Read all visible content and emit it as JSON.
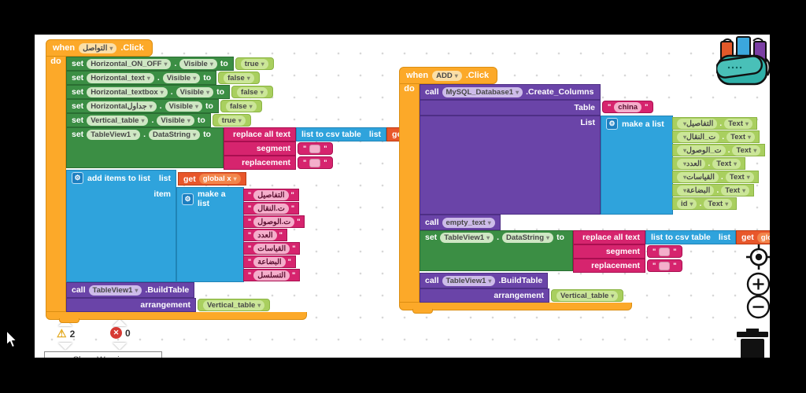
{
  "icons": {
    "gear": "⚙",
    "warning": "⚠",
    "error_x": "✕"
  },
  "labels": {
    "when": "when",
    "do": "do",
    "set": "set",
    "to": "to",
    "call": "call",
    "dot": ".",
    "click_suffix": ".Click",
    "get": "get",
    "list": "list",
    "item": "item",
    "make_a_list": "make a list",
    "add_items_to_list": "add items to list",
    "replace_all_text": "replace all text",
    "segment": "segment",
    "replacement": "replacement",
    "list_to_csv_table": "list to csv table",
    "arrangement": "arrangement",
    "table": "Table",
    "list_cap": "List"
  },
  "left_stack": {
    "event_component": "التواصل",
    "sets": [
      {
        "component": "Horizontal_ON_OFF",
        "prop": "Visible",
        "value": "true"
      },
      {
        "component": "Horizontal_text",
        "prop": "Visible",
        "value": "false"
      },
      {
        "component": "Horizontal_textbox",
        "prop": "Visible",
        "value": "false"
      },
      {
        "component": "Horizontalجداول",
        "prop": "Visible",
        "value": "false"
      },
      {
        "component": "Vertical_table",
        "prop": "Visible",
        "value": "true"
      }
    ],
    "data_set": {
      "component": "TableView1",
      "prop": "DataString"
    },
    "get_var": "global x",
    "strings": [
      "التفاصيل",
      "ت.النقال",
      "ت.الوصول",
      "العدد",
      "القياسات",
      "البضاعة",
      "التسلسل"
    ],
    "build": {
      "component": "TableView1",
      "method": ".BuildTable",
      "value": "Vertical_table"
    }
  },
  "right_stack": {
    "event_component": "ADD",
    "create": {
      "component": "MySQL_Database1",
      "method": ".Create_Columns",
      "table_value": "china"
    },
    "columns": [
      {
        "component": "التفاصيل",
        "prop": "Text"
      },
      {
        "component": "ت_النقال",
        "prop": "Text"
      },
      {
        "component": "ت_الوصول",
        "prop": "Text"
      },
      {
        "component": "العدد",
        "prop": "Text"
      },
      {
        "component": "القياسات",
        "prop": "Text"
      },
      {
        "component": "البضاعة",
        "prop": "Text"
      },
      {
        "component": "id",
        "prop": "Text"
      }
    ],
    "empty_call": "empty_text",
    "data_set": {
      "component": "TableView1",
      "prop": "DataString"
    },
    "get_var": "global x",
    "build": {
      "component": "TableView1",
      "method": ".BuildTable",
      "value": "Vertical_table"
    }
  },
  "status": {
    "warning_count": "2",
    "error_count": "0",
    "show_warnings_label": "Show Warnings"
  },
  "colors": {
    "event": "#FCA929",
    "setter": "#3B8E44",
    "getter": "#A9CF5F",
    "list": "#2FA3DC",
    "text": "#D6246E",
    "procedure": "#6A44A8",
    "variable": "#E8572B",
    "workspace": "#FFFFFF",
    "frame": "#000000",
    "warning": "#E3A91E",
    "error": "#D63A34"
  }
}
